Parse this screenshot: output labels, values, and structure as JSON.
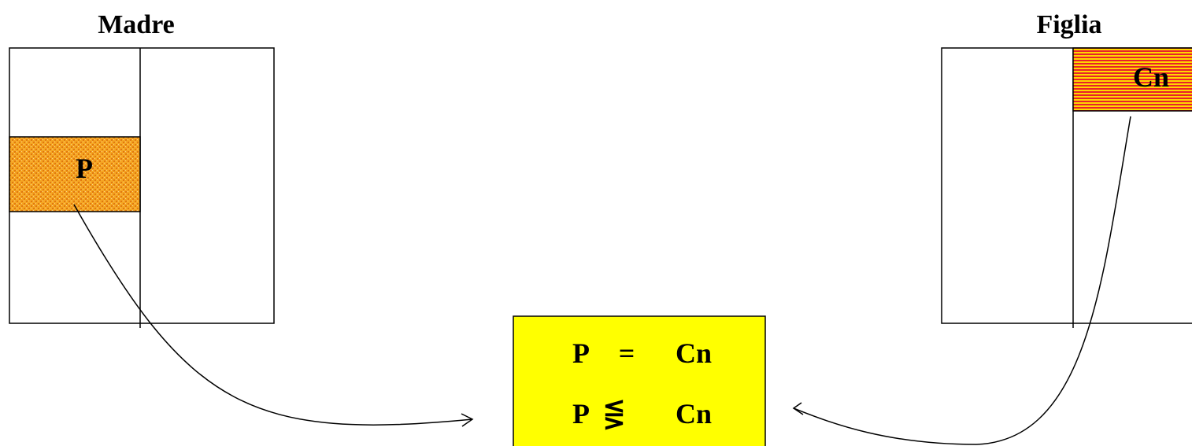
{
  "madre": {
    "title": "Madre",
    "region_label": "P",
    "region_color": "#f5a623"
  },
  "figlia": {
    "title": "Figlia",
    "region_label": "Cn",
    "stripe_colors": [
      "#e8232b",
      "#ffd700"
    ]
  },
  "comparison": {
    "line1": {
      "left": "P",
      "operator": "=",
      "right": "Cn"
    },
    "line2": {
      "left": "P",
      "operator": "⋚",
      "right": "Cn"
    },
    "box_color": "#ffff00"
  }
}
